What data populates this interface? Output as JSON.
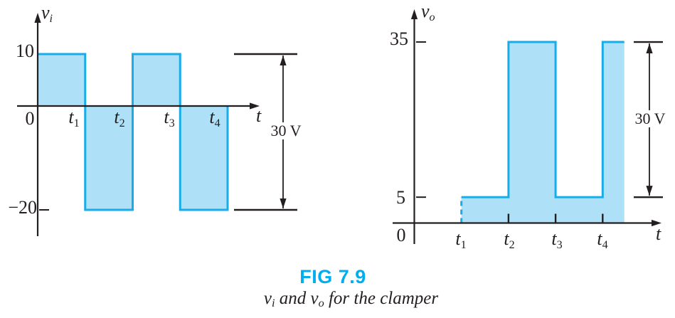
{
  "colors": {
    "waveform_fill": "#AEE0F7",
    "waveform_stroke": "#18ACE8",
    "axis": "#231F20",
    "figure_label": "#00AEEF"
  },
  "caption": {
    "label": "FIG 7.9",
    "italic": {
      "p1": "v",
      "s1": "i",
      "p2": " and ",
      "p3": "v",
      "s2": "o",
      "p4": " for the clamper"
    }
  },
  "chart_data": [
    {
      "type": "area",
      "name": "input-square-wave",
      "y_axis_label": {
        "base": "v",
        "sub": "i"
      },
      "x_axis_label": "t",
      "y_range": [
        -20,
        10
      ],
      "y_ticks": [
        {
          "value": 10,
          "label": "10",
          "dash": false
        },
        {
          "value": 0,
          "label": "0",
          "dash": false
        },
        {
          "value": -20,
          "label": "−20",
          "dash": true
        }
      ],
      "x_ticks": [
        {
          "t": 1,
          "label_base": "t",
          "label_sub": "1"
        },
        {
          "t": 2,
          "label_base": "t",
          "label_sub": "2"
        },
        {
          "t": 3,
          "label_base": "t",
          "label_sub": "3"
        },
        {
          "t": 4,
          "label_base": "t",
          "label_sub": "4"
        }
      ],
      "segments": [
        {
          "from_t": 0,
          "to_t": 1,
          "level": 10
        },
        {
          "from_t": 1,
          "to_t": 2,
          "level": -20
        },
        {
          "from_t": 2,
          "to_t": 3,
          "level": 10
        },
        {
          "from_t": 3,
          "to_t": 4,
          "level": -20
        }
      ],
      "dashed_start": false,
      "axis_tick_marks": [],
      "annotation": {
        "label": "30 V",
        "from_value": 10,
        "to_value": -20
      }
    },
    {
      "type": "area",
      "name": "output-square-wave",
      "y_axis_label": {
        "base": "v",
        "sub": "o"
      },
      "x_axis_label": "t",
      "y_range": [
        0,
        35
      ],
      "y_ticks": [
        {
          "value": 35,
          "label": "35",
          "dash": true
        },
        {
          "value": 5,
          "label": "5",
          "dash": true
        },
        {
          "value": 0,
          "label": "0",
          "dash": false
        }
      ],
      "x_ticks": [
        {
          "t": 1,
          "label_base": "t",
          "label_sub": "1"
        },
        {
          "t": 2,
          "label_base": "t",
          "label_sub": "2"
        },
        {
          "t": 3,
          "label_base": "t",
          "label_sub": "3"
        },
        {
          "t": 4,
          "label_base": "t",
          "label_sub": "4"
        }
      ],
      "segments": [
        {
          "from_t": 1,
          "to_t": 2,
          "level": 5
        },
        {
          "from_t": 2,
          "to_t": 3,
          "level": 35
        },
        {
          "from_t": 3,
          "to_t": 4,
          "level": 5
        },
        {
          "from_t": 4,
          "to_t": 4.46,
          "level": 35
        }
      ],
      "dashed_start": true,
      "axis_tick_marks": [
        2,
        3,
        4
      ],
      "annotation": {
        "label": "30 V",
        "from_value": 35,
        "to_value": 5
      }
    }
  ]
}
